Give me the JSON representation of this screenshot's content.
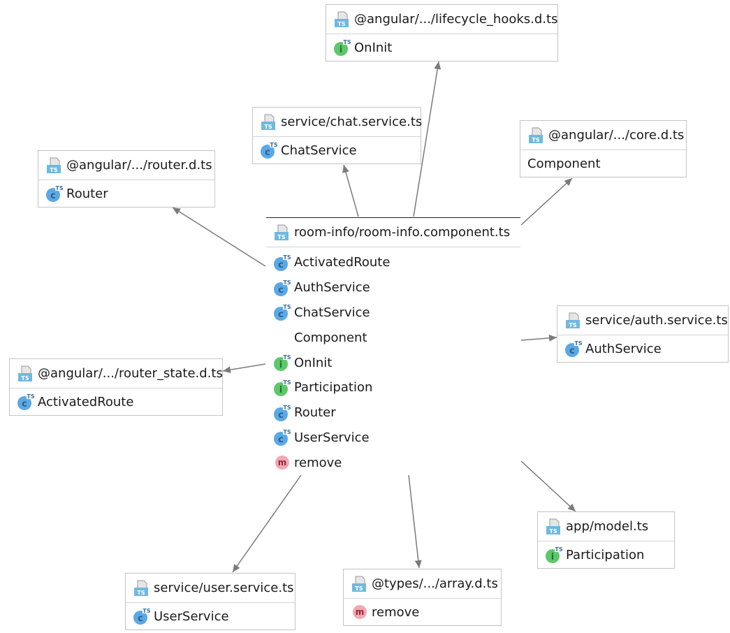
{
  "colors": {
    "class_icon": "#5aa9e6",
    "interface_icon": "#5cc86a",
    "method_icon": "#f4a6b2",
    "ts_file_icon": "#6fb9e0",
    "edge": "#7a7a7a",
    "border": "#c4c4c4"
  },
  "nodes": [
    {
      "id": "center",
      "file": "room-info/room-info.component.ts",
      "members": [
        {
          "label": "ActivatedRoute",
          "icon": "class-icon"
        },
        {
          "label": "AuthService",
          "icon": "class-icon"
        },
        {
          "label": "ChatService",
          "icon": "class-icon"
        },
        {
          "label": "Component",
          "icon": "none"
        },
        {
          "label": "OnInit",
          "icon": "interface-icon"
        },
        {
          "label": "Participation",
          "icon": "interface-icon"
        },
        {
          "label": "Router",
          "icon": "class-icon"
        },
        {
          "label": "UserService",
          "icon": "class-icon"
        },
        {
          "label": "remove",
          "icon": "method-icon"
        }
      ]
    },
    {
      "id": "lifecycle",
      "file": "@angular/.../lifecycle_hooks.d.ts",
      "members": [
        {
          "label": "OnInit",
          "icon": "interface-icon"
        }
      ]
    },
    {
      "id": "chat",
      "file": "service/chat.service.ts",
      "members": [
        {
          "label": "ChatService",
          "icon": "class-icon"
        }
      ]
    },
    {
      "id": "core",
      "file": "@angular/.../core.d.ts",
      "members": [
        {
          "label": "Component",
          "icon": "none"
        }
      ]
    },
    {
      "id": "router",
      "file": "@angular/.../router.d.ts",
      "members": [
        {
          "label": "Router",
          "icon": "class-icon"
        }
      ]
    },
    {
      "id": "auth",
      "file": "service/auth.service.ts",
      "members": [
        {
          "label": "AuthService",
          "icon": "class-icon"
        }
      ]
    },
    {
      "id": "routerstate",
      "file": "@angular/.../router_state.d.ts",
      "members": [
        {
          "label": "ActivatedRoute",
          "icon": "class-icon"
        }
      ]
    },
    {
      "id": "model",
      "file": "app/model.ts",
      "members": [
        {
          "label": "Participation",
          "icon": "interface-icon"
        }
      ]
    },
    {
      "id": "user",
      "file": "service/user.service.ts",
      "members": [
        {
          "label": "UserService",
          "icon": "class-icon"
        }
      ]
    },
    {
      "id": "array",
      "file": "@types/.../array.d.ts",
      "members": [
        {
          "label": "remove",
          "icon": "method-icon"
        }
      ]
    }
  ],
  "edges": [
    {
      "from": "center",
      "to": "lifecycle"
    },
    {
      "from": "center",
      "to": "chat"
    },
    {
      "from": "center",
      "to": "core"
    },
    {
      "from": "center",
      "to": "router"
    },
    {
      "from": "center",
      "to": "auth"
    },
    {
      "from": "center",
      "to": "routerstate"
    },
    {
      "from": "center",
      "to": "model"
    },
    {
      "from": "center",
      "to": "user"
    },
    {
      "from": "center",
      "to": "array"
    }
  ]
}
